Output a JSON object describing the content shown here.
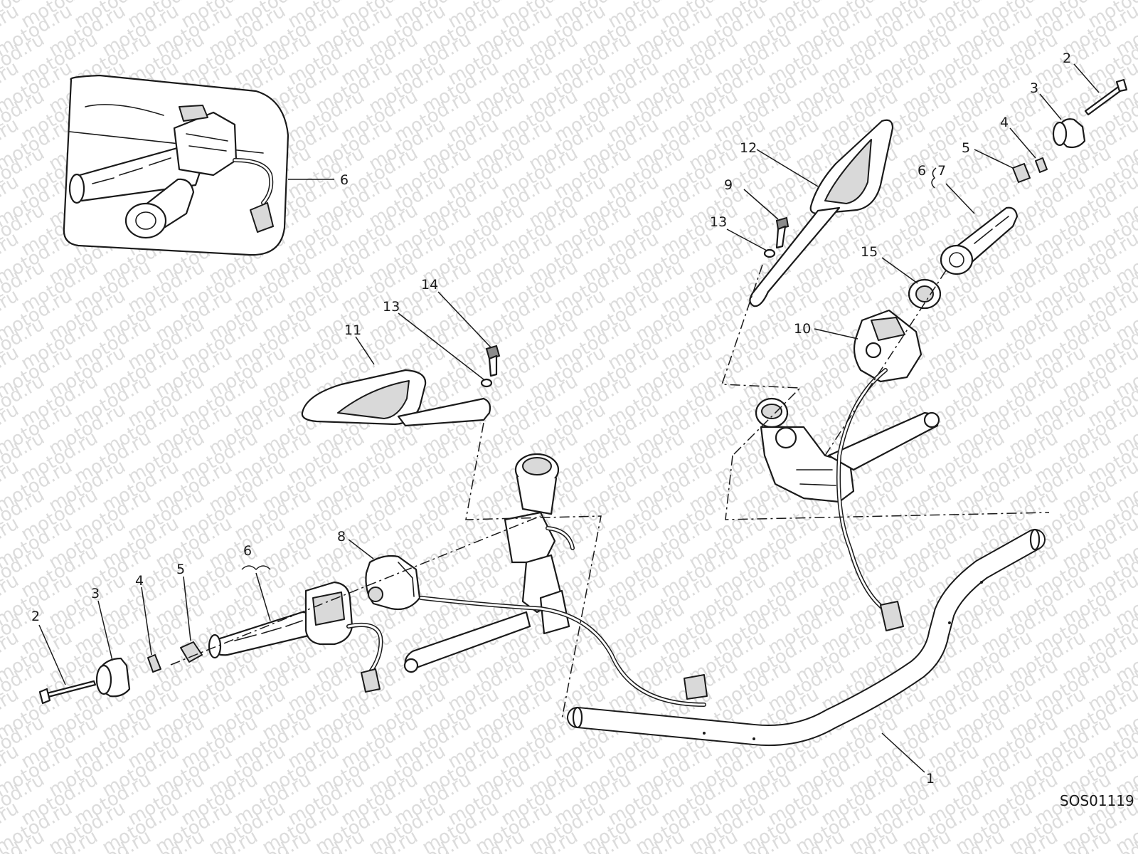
{
  "diagram": {
    "drawing_code": "SOS01119",
    "watermark_text": "motod.ru",
    "callouts": {
      "handlebar": "1",
      "bolt_left": "2",
      "bolt_right": "2",
      "end_weight_left": "3",
      "end_weight_right": "3",
      "spacer_left": "4",
      "spacer_right": "4",
      "insert_left": "5",
      "insert_right": "5",
      "grip_set_left": "6",
      "grip_set_right": "6",
      "grip_set_inset": "6",
      "grip_right": "7",
      "switch_left": "8",
      "screw_mirror_right": "9",
      "switch_right": "10",
      "mirror_left": "11",
      "mirror_right": "12",
      "washer_left": "13",
      "washer_right": "13",
      "screw_mirror_left": "14",
      "ring_right": "15"
    }
  }
}
